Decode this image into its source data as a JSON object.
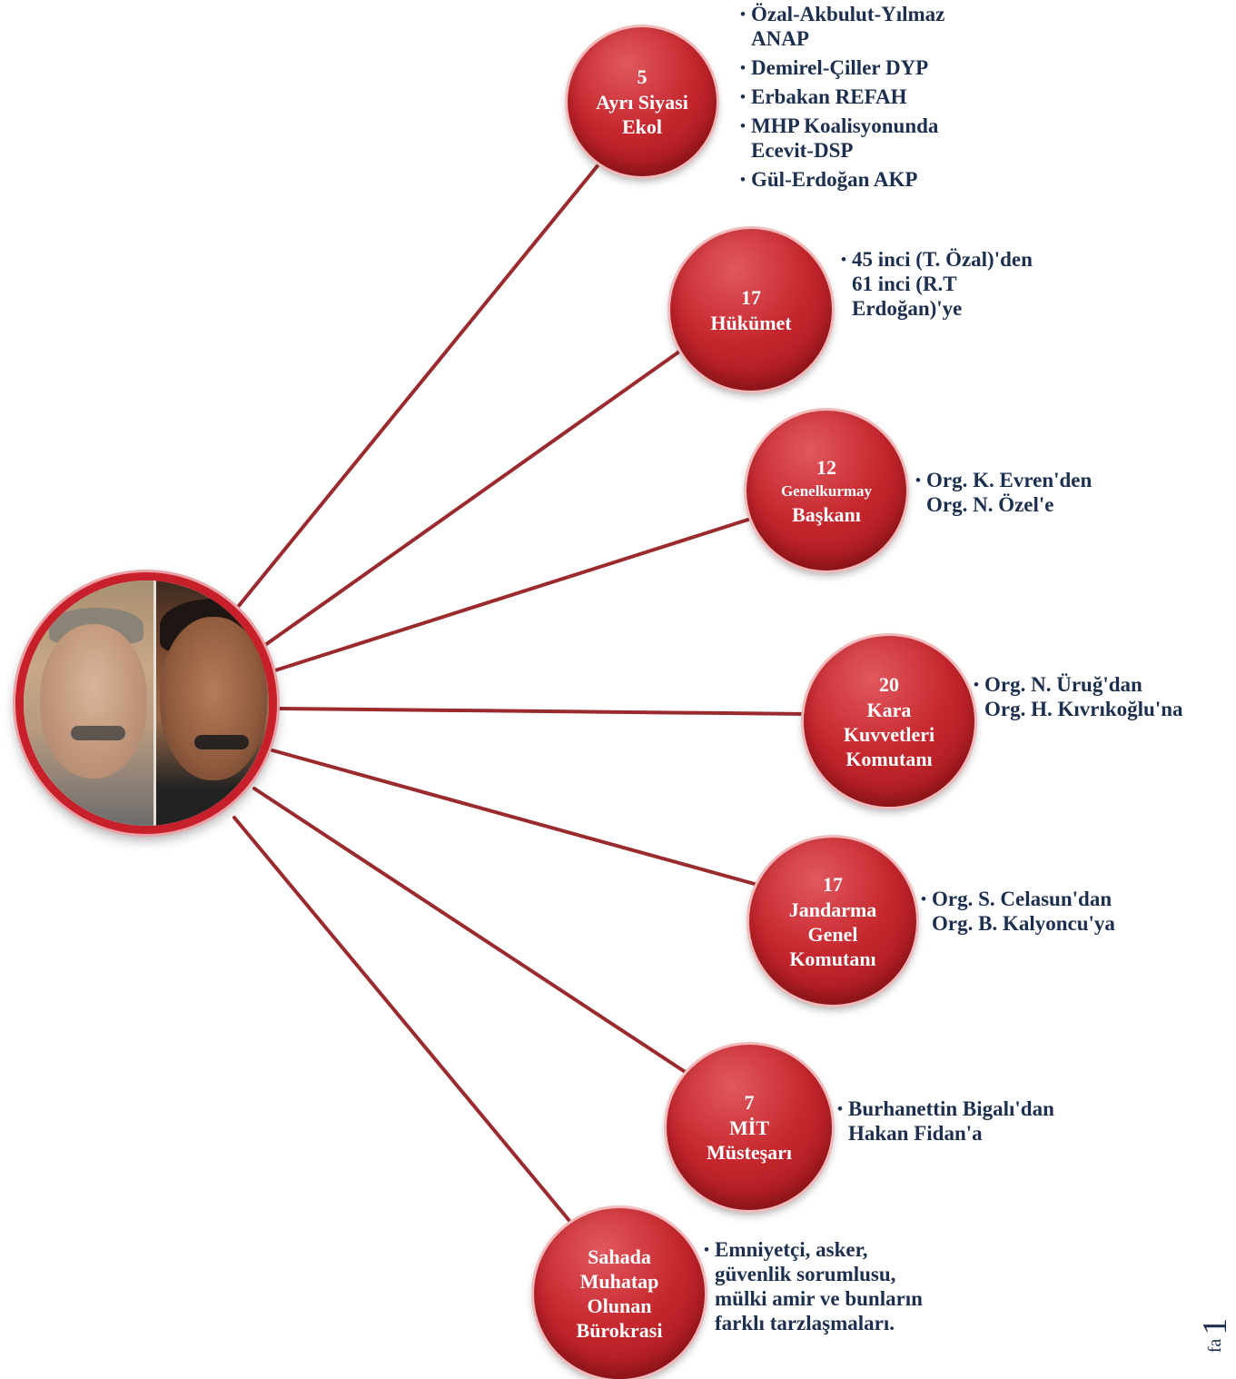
{
  "hub": {
    "image": "portrait-photo-two-men"
  },
  "nodes": [
    {
      "number": "5",
      "label": "Ayrı Siyasi\nEkol",
      "items": [
        "Özal-Akbulut-Yılmaz\nANAP",
        "Demirel-Çiller DYP",
        "Erbakan REFAH",
        "MHP Koalisyonunda\nEcevit-DSP",
        "Gül-Erdoğan AKP"
      ]
    },
    {
      "number": "17",
      "label": "Hükümet",
      "items": [
        "45 inci (T. Özal)'den\n61 inci (R.T\nErdoğan)'ye"
      ]
    },
    {
      "number": "12",
      "label_small": "Genelkurmay",
      "label": "Başkanı",
      "items": [
        "Org. K. Evren'den\nOrg. N. Özel'e"
      ]
    },
    {
      "number": "20",
      "label": "Kara\nKuvvetleri\nKomutanı",
      "items": [
        "Org. N. Üruğ'dan\nOrg. H. Kıvrıkoğlu'na"
      ]
    },
    {
      "number": "17",
      "label": "Jandarma\nGenel\nKomutanı",
      "items": [
        "Org. S. Celasun'dan\nOrg. B. Kalyoncu'ya"
      ]
    },
    {
      "number": "7",
      "label": "MİT\nMüsteşarı",
      "items": [
        "Burhanettin Bigalı'dan\nHakan Fidan'a"
      ]
    },
    {
      "label": "Sahada\nMuhatap\nOlunan\nBürokrasi",
      "items": [
        "Emniyetçi, asker,\ngüvenlik sorumlusu,\nmülki amir ve bunların\nfarklı tarzlaşmaları."
      ]
    }
  ],
  "footer": {
    "word_fragment": "fa",
    "page_number": "1"
  },
  "colors": {
    "node_red": "#c6262d",
    "connector": "#9b2a2e",
    "text_navy": "#1c2f4f"
  }
}
